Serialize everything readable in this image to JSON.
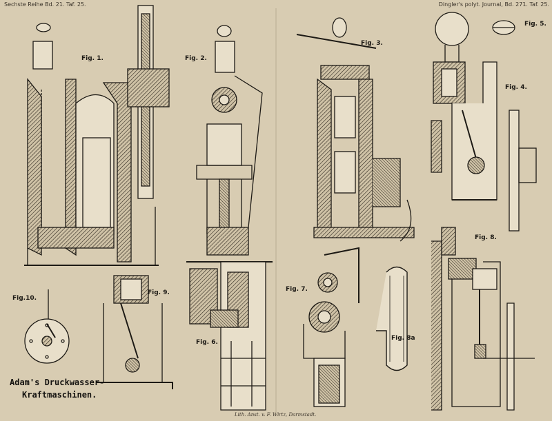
{
  "header": {
    "left": "Sechste Reihe Bd. 21. Taf. 25.",
    "right": "Dingler's polyt. Journal, Bd. 271. Taf. 25."
  },
  "figures": {
    "fig1": "Fig. 1.",
    "fig2": "Fig. 2.",
    "fig3": "Fig. 3.",
    "fig4": "Fig. 4.",
    "fig5": "Fig. 5.",
    "fig6": "Fig. 6.",
    "fig7": "Fig. 7.",
    "fig8": "Fig. 8.",
    "fig8a": "Fig. 8a",
    "fig9": "Fig. 9.",
    "fig10": "Fig.10."
  },
  "title": {
    "line1": "Adam's Druckwasser-",
    "line2": "Kraftmaschinen."
  },
  "footer": "Lith. Anst. v. F. Wirtz, Darmstadt."
}
